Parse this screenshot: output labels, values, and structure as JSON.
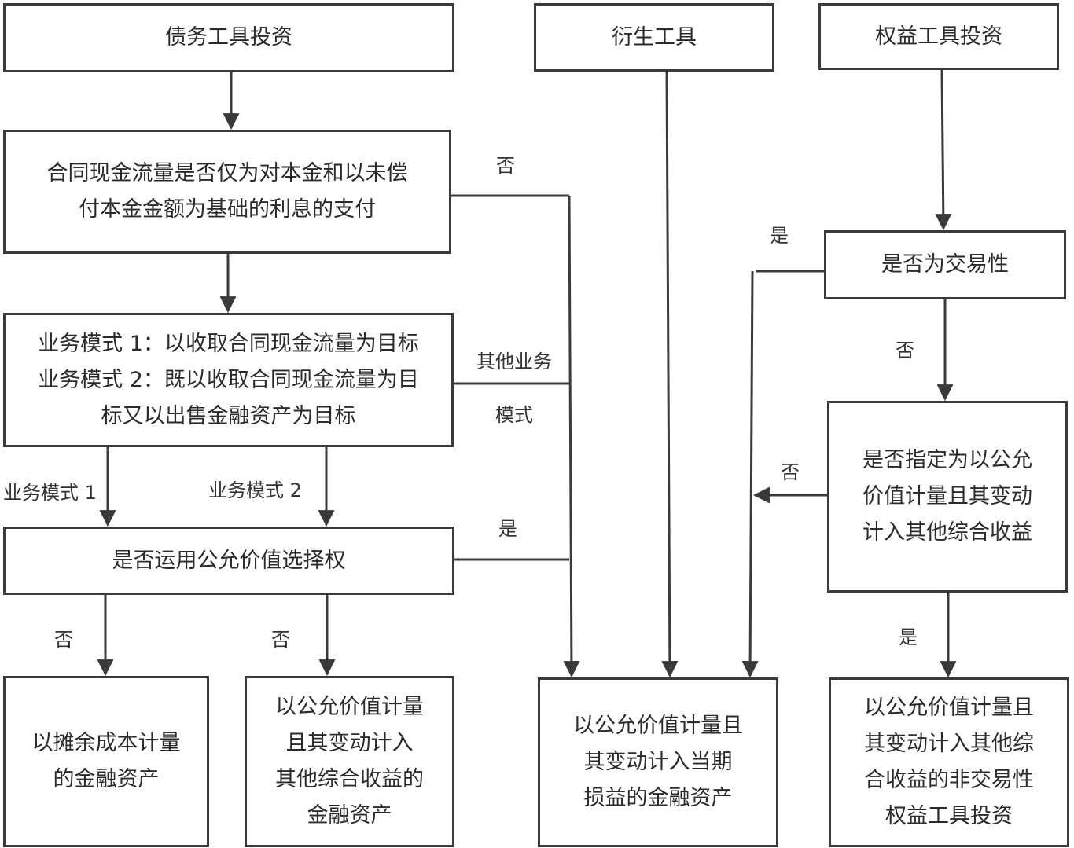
{
  "boxes": {
    "debt": "债务工具投资",
    "derivative": "衍生工具",
    "equity": "权益工具投资",
    "sppi": [
      "合同现金流量是否仅为对本金和以未偿",
      "付本金金额为基础的利息的支付"
    ],
    "model": [
      "业务模式 1：以收取合同现金流量为目标",
      "业务模式 2：既以收取合同现金流量为目",
      "标又以出售金融资产为目标"
    ],
    "fvo": "是否运用公允价值选择权",
    "trading": "是否为交易性",
    "designated": [
      "是否指定为以公允",
      "价值计量且其变动",
      "计入其他综合收益"
    ],
    "amortized": [
      "以摊余成本计量",
      "的金融资产"
    ],
    "fvoci": [
      "以公允价值计量",
      "且其变动计入",
      "其他综合收益的",
      "金融资产"
    ],
    "fvtpl": [
      "以公允价值计量且",
      "其变动计入当期",
      "损益的金融资产"
    ],
    "equity_fvoci": [
      "以公允价值计量且",
      "其变动计入其他综",
      "合收益的非交易性",
      "权益工具投资"
    ]
  },
  "labels": {
    "sppi_no": "否",
    "other_model_1": "其他业务",
    "other_model_2": "模式",
    "fvo_yes": "是",
    "model1": "业务模式 1",
    "model2": "业务模式 2",
    "fvo_no_left": "否",
    "fvo_no_right": "否",
    "trading_yes": "是",
    "trading_no": "否",
    "designated_no": "否",
    "designated_yes": "是"
  },
  "colors": {
    "line": "#3a3a3a"
  }
}
